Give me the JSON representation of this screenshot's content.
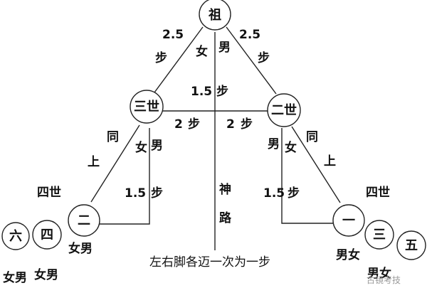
{
  "nodes": {
    "zu": "祖",
    "sanshi": "三世",
    "ershi": "二世",
    "er": "二",
    "yi": "一",
    "si": "四",
    "liu": "六",
    "san": "三",
    "wu": "五"
  },
  "labels": {
    "top_left_steps": "2.5",
    "top_right_steps": "2.5",
    "bu": "步",
    "nv": "女",
    "nan": "男",
    "center_steps": "1.5",
    "left_cross_steps": "2",
    "right_cross_steps": "2",
    "tong": "同",
    "shang": "上",
    "left_vert_steps": "1.5",
    "right_vert_steps": "1.5",
    "shen": "神",
    "lu": "路",
    "sishi": "四世",
    "nvnan": "女男",
    "nannv": "男女"
  },
  "caption": "左右脚各迈一次为一步",
  "watermark": "古镜考技"
}
